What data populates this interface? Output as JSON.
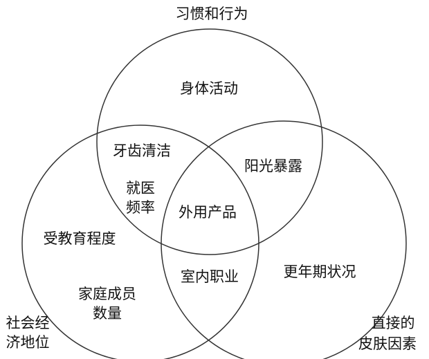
{
  "title": "习惯和行为",
  "sets": {
    "top": "习惯和行为",
    "left": [
      "社会经",
      "济地位"
    ],
    "right": [
      "直接的",
      "皮肤因素"
    ]
  },
  "regions": {
    "top_only": "身体活动",
    "top_left": "牙齿清洁",
    "top_left_2": [
      "就医",
      "频率"
    ],
    "top_right": "阳光暴露",
    "center": "外用产品",
    "left_only": "受教育程度",
    "left_only_2": [
      "家庭成员",
      "数量"
    ],
    "left_right": "室内职业",
    "right_only": "更年期状况"
  },
  "colors": {
    "stroke": "#333333",
    "text": "#111111"
  }
}
